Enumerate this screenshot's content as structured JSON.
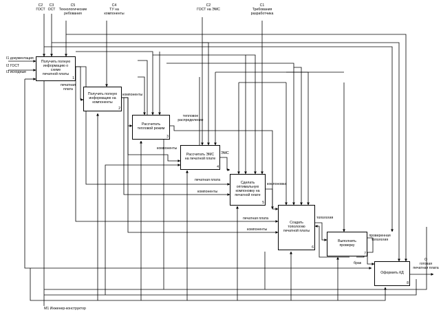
{
  "controls": {
    "c2a": "С2\nГОСТ",
    "c3": "С3\nОСТ",
    "c5": "С5\nТехнологические\nребования",
    "c4": "С4\nТУ на\nкомпоненты",
    "c2b": "С2\nГОСТ на ЭМС",
    "c1": "С1\nТребования\nразработчика"
  },
  "inputs": {
    "i1": "I1 документация",
    "i2": "I2 ГОСТ",
    "i3": "I3 исходные"
  },
  "mechanism": "M1 Инженер-конструктор",
  "output": "О\nготовая\nпечатная плата",
  "blocks": [
    {
      "label": "Получить полную\nинформацию о\nсхеме\nпечатной платы",
      "num": "1"
    },
    {
      "label": "Получить полную\nинформацию на\nкомпоненты",
      "num": "2"
    },
    {
      "label": "Рассчитать\nтепловой режим",
      "num": "3"
    },
    {
      "label": "Рассчитать ЭМС\nна печатной плате",
      "num": "4"
    },
    {
      "label": "Сделать\nоптимальную\nкомпоновку на\nпечатной плате",
      "num": "5"
    },
    {
      "label": "Создать\nтопологию\nпечатной платы",
      "num": "6"
    },
    {
      "label": "Выполнить\nпроверку",
      "num": "7"
    },
    {
      "label": "Оформить КД",
      "num": "8"
    }
  ],
  "arrow_labels": {
    "pcb1": "печатная\nплата",
    "comp1": "компоненты",
    "heat": "тепловое\nраспределение",
    "comp2": "компоненты",
    "ems": "ЭМС",
    "pcb2": "печатная плата",
    "comp3": "компоненты",
    "layout": "компоновка",
    "pcb3": "печатная плата",
    "comp4": "компоненты",
    "topo": "топология",
    "checked": "проверенная\nтопология",
    "error": "брак"
  }
}
